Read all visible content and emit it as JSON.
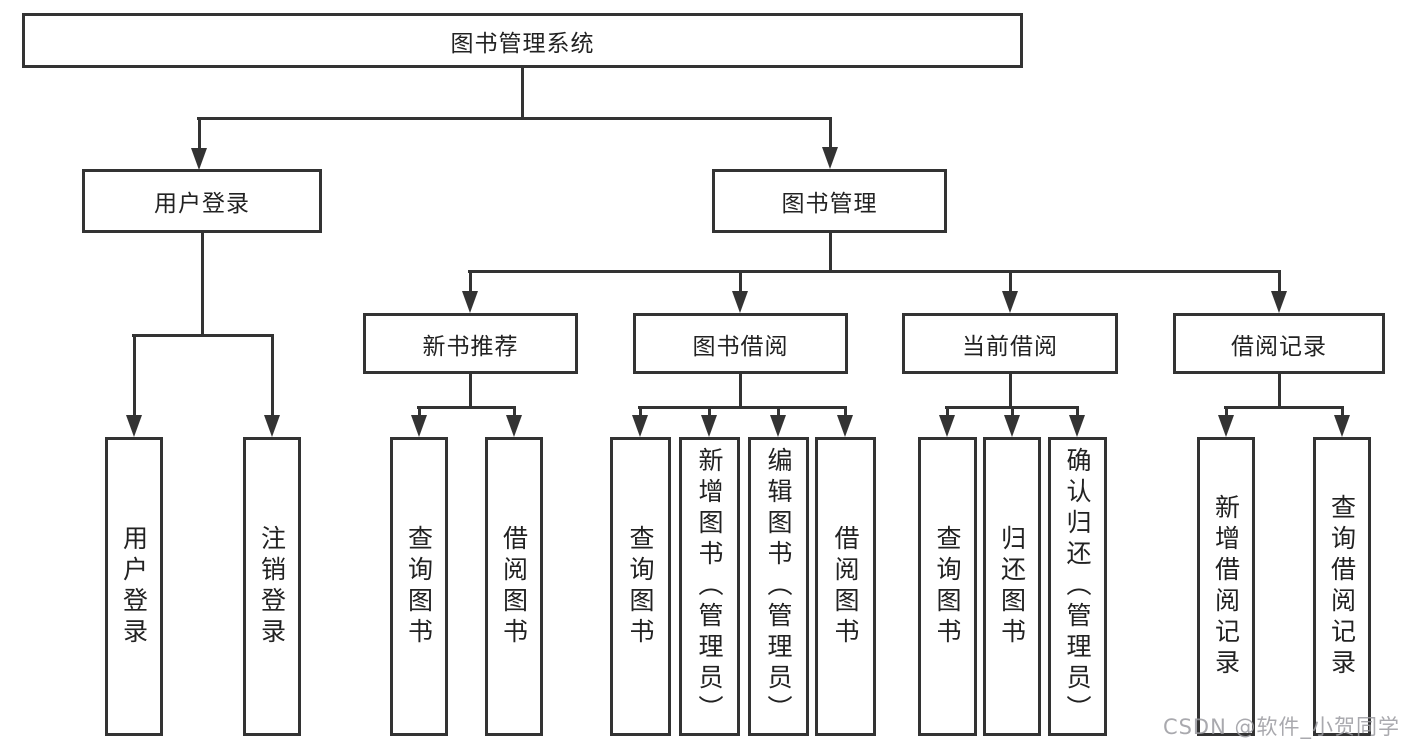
{
  "diagram": {
    "type": "hierarchy",
    "root": {
      "label": "图书管理系统",
      "children": [
        {
          "label": "用户登录",
          "children": [
            {
              "label": "用户登录"
            },
            {
              "label": "注销登录"
            }
          ]
        },
        {
          "label": "图书管理",
          "children": [
            {
              "label": "新书推荐",
              "children": [
                {
                  "label": "查询图书"
                },
                {
                  "label": "借阅图书"
                }
              ]
            },
            {
              "label": "图书借阅",
              "children": [
                {
                  "label": "查询图书"
                },
                {
                  "label": "新增图书（管理员）"
                },
                {
                  "label": "编辑图书（管理员）"
                },
                {
                  "label": "借阅图书"
                }
              ]
            },
            {
              "label": "当前借阅",
              "children": [
                {
                  "label": "查询图书"
                },
                {
                  "label": "归还图书"
                },
                {
                  "label": "确认归还（管理员）"
                }
              ]
            },
            {
              "label": "借阅记录",
              "children": [
                {
                  "label": "新增借阅记录"
                },
                {
                  "label": "查询借阅记录"
                }
              ]
            }
          ]
        }
      ]
    }
  },
  "watermark": {
    "text": "CSDN @软件_小贺同学",
    "color": "#9b9ba0"
  },
  "colors": {
    "line": "#333333",
    "text": "#222222",
    "background": "#ffffff"
  }
}
